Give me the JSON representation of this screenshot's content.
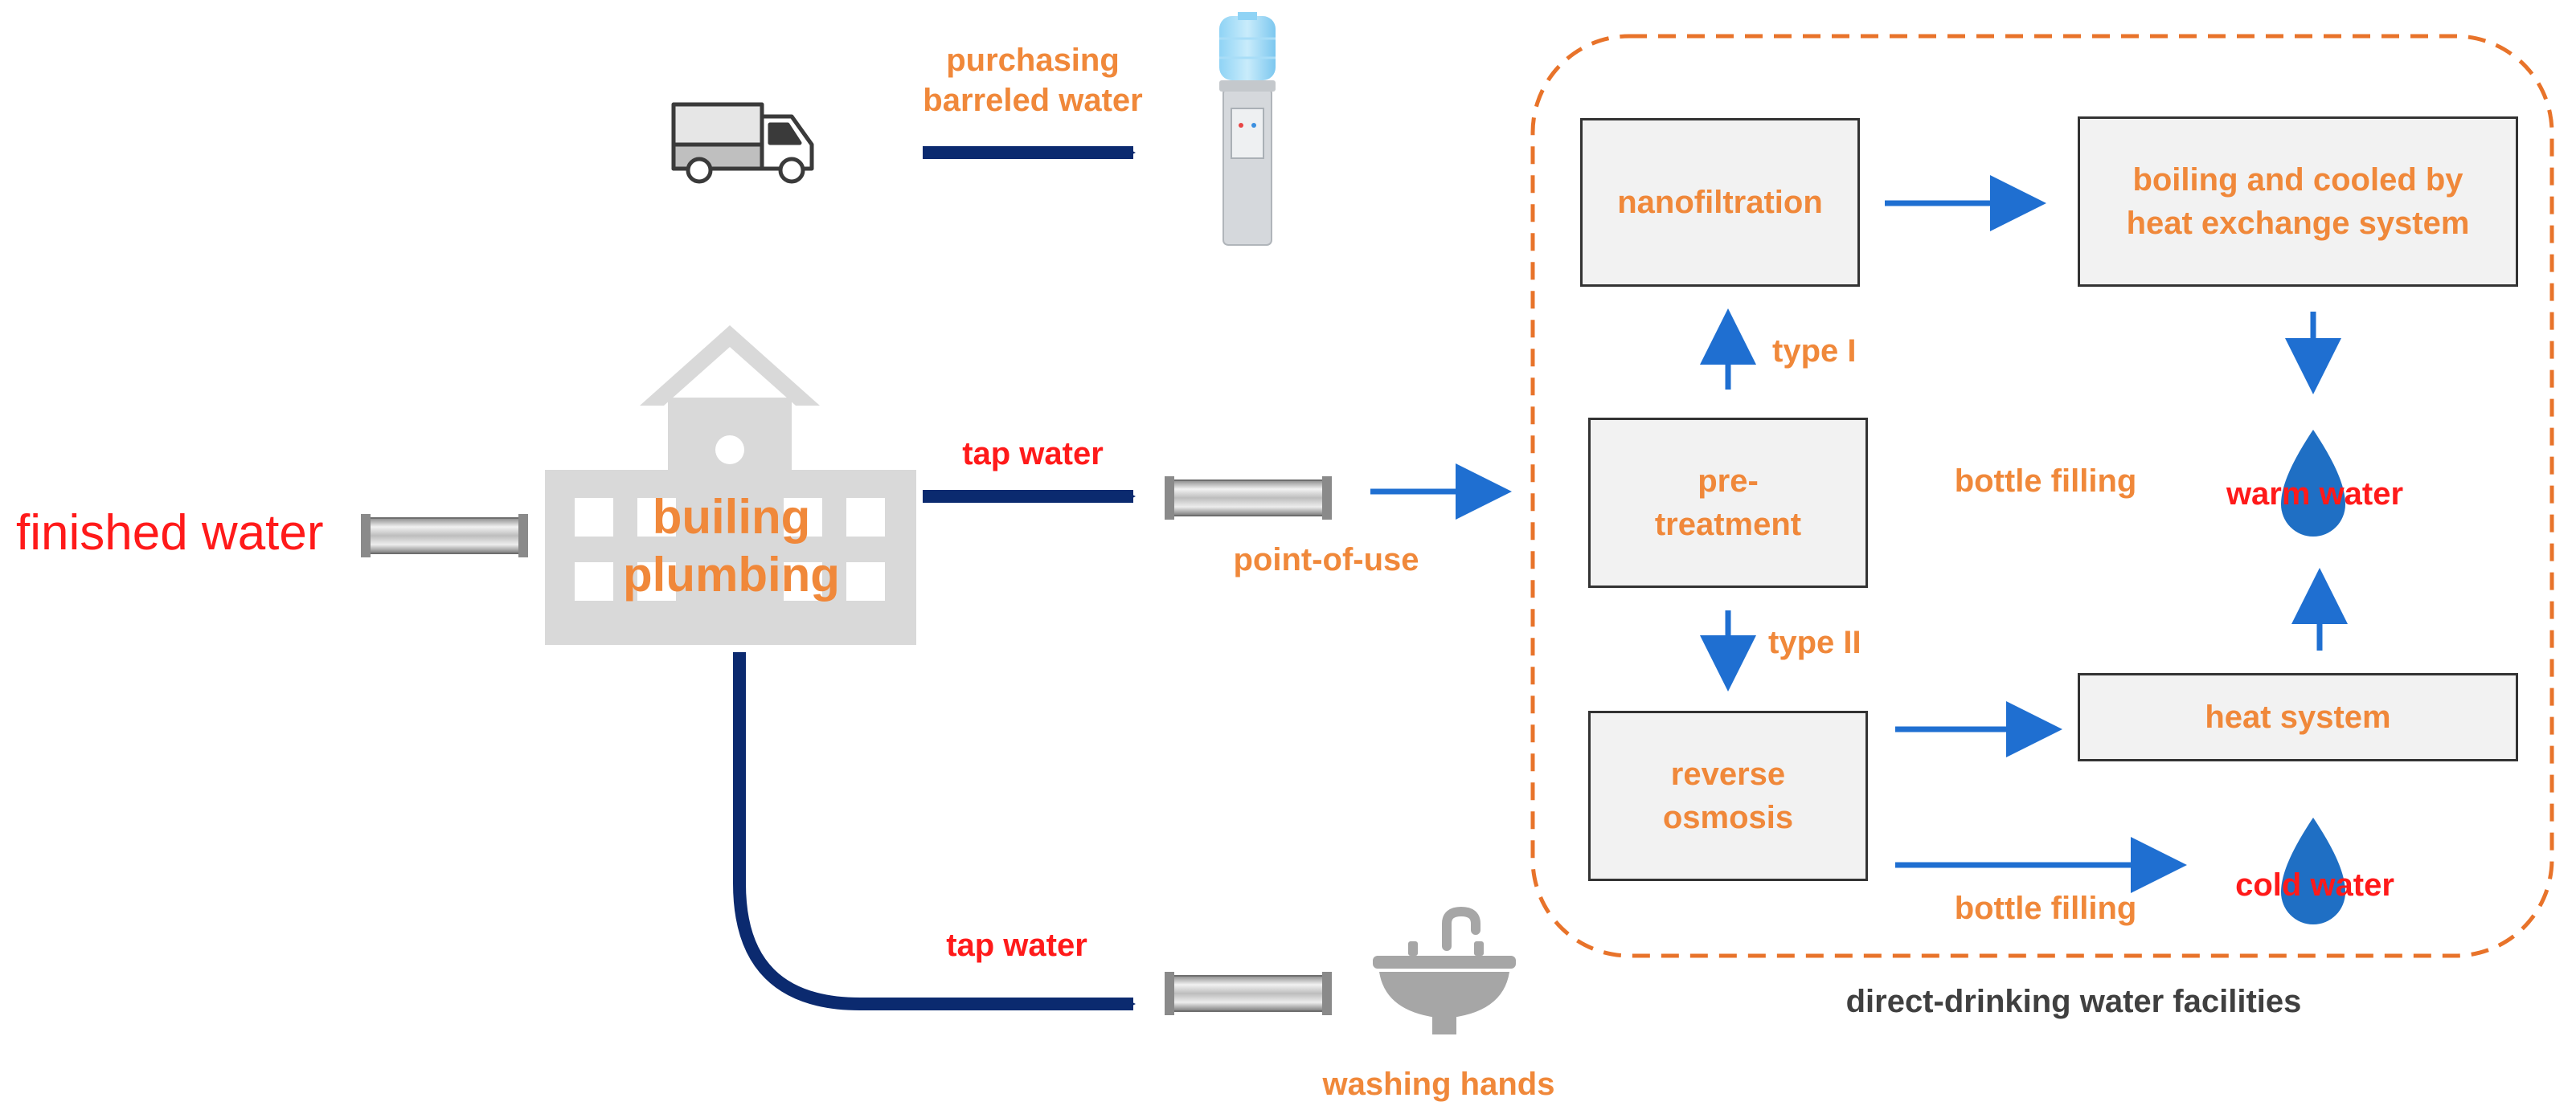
{
  "diagram": {
    "source": {
      "label": "finished water"
    },
    "building": {
      "label_line1": "builing",
      "label_line2": "plumbing"
    },
    "paths": {
      "barreled": {
        "label_line1": "purchasing",
        "label_line2": "barreled water"
      },
      "tap_upper": {
        "label": "tap water"
      },
      "tap_lower": {
        "label": "tap water"
      },
      "point_of_use": {
        "label": "point-of-use"
      },
      "washing": {
        "label": "washing hands"
      }
    },
    "facility": {
      "caption": "direct-drinking water facilities",
      "pretreatment": {
        "line1": "pre-",
        "line2": "treatment"
      },
      "nanofiltration": {
        "label": "nanofiltration"
      },
      "reverse_osmosis": {
        "line1": "reverse",
        "line2": "osmosis"
      },
      "boiling": {
        "line1": "boiling and cooled by",
        "line2": "heat exchange system"
      },
      "heat_system": {
        "label": "heat system"
      },
      "type1": "type I",
      "type2": "type II",
      "bottle_filling_upper": "bottle filling",
      "bottle_filling_lower": "bottle filling",
      "warm_water": "warm water",
      "cold_water": "cold water"
    },
    "colors": {
      "dark_arrow": "#0B2A6F",
      "blue_arrow": "#1F6FD1",
      "orange_text": "#F0883A",
      "red_text": "#FF1A1A",
      "dashed_border": "#E8732A",
      "building_gray": "#D9D9D9",
      "water_drop": "#1F6FC4"
    },
    "icons": [
      "truck-icon",
      "water-dispenser-icon",
      "building-icon",
      "pipe-icon",
      "sink-icon",
      "water-drop-icon"
    ]
  }
}
